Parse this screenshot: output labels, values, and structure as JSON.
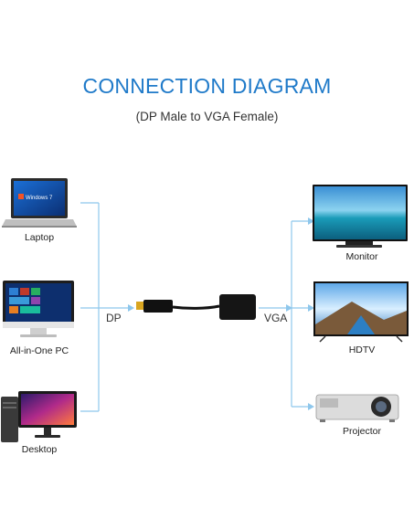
{
  "title": "CONNECTION DIAGRAM",
  "subtitle": "(DP Male to VGA Female)",
  "sources": [
    {
      "label": "Laptop",
      "icon": "laptop-icon",
      "screen_text": "Windows 7"
    },
    {
      "label": "All-in-One PC",
      "icon": "all-in-one-pc-icon"
    },
    {
      "label": "Desktop",
      "icon": "desktop-pc-icon"
    }
  ],
  "adapter": {
    "input_label": "DP",
    "output_label": "VGA",
    "icon": "dp-to-vga-adapter-icon"
  },
  "displays": [
    {
      "label": "Monitor",
      "icon": "monitor-icon"
    },
    {
      "label": "HDTV",
      "icon": "hdtv-icon"
    },
    {
      "label": "Projector",
      "icon": "projector-icon"
    }
  ],
  "colors": {
    "title": "#1f7ac9",
    "connector_line": "#8ec7ec"
  }
}
